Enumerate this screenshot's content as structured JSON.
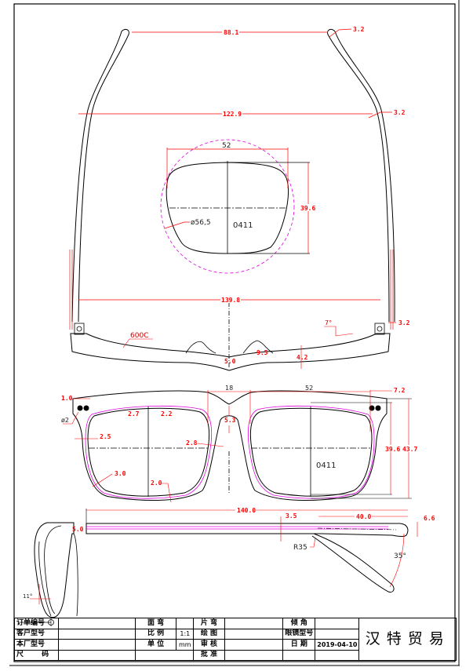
{
  "drawing": {
    "top_view": {
      "temple_tip_distance": "88.1",
      "temple_width_mid": "122.9",
      "frame_width": "139.8",
      "temple_thickness_1": "3.2",
      "temple_thickness_2": "3.2",
      "temple_thickness_3": "3.2",
      "curve_label": "600C",
      "bridge_center_thickness": "5.0",
      "pad_height": "9.5",
      "rim_thickness": "4.2",
      "pantoscopic_angle": "7°"
    },
    "lens_detail": {
      "width": "52",
      "height": "39.6",
      "diameter": "ø56,5",
      "model": "0411"
    },
    "front_view": {
      "hinge_gap": "1.0",
      "hinge_hole": "ø2",
      "rim_top_left": "2.7",
      "rim_top_right": "2.2",
      "rim_outer_left": "2.5",
      "rim_inner_nose": "2.8",
      "rim_bottom_left": "3.0",
      "rim_bottom": "2.0",
      "bridge_width": "18",
      "bridge_height": "5.3",
      "lens_width": "52",
      "endpiece": "7.2",
      "lens_height": "39.6",
      "frame_height": "43.7",
      "model": "0411"
    },
    "side_view": {
      "temple_length": "140.0",
      "front_depth": "5.0",
      "temple_thickness": "3.5",
      "tip_length": "40.0",
      "tip_height": "6.6",
      "bend_radius": "R35",
      "bend_angle": "35°",
      "tilt_angle": "11°"
    }
  },
  "title_block": {
    "rows": [
      [
        "订单编号",
        "",
        "面 弯",
        "",
        "片 弯",
        "",
        "倾 角",
        ""
      ],
      [
        "客户型号",
        "",
        "比 例",
        "1:1",
        "绘 图",
        "",
        "眼镜型号",
        ""
      ],
      [
        "本厂型号",
        "",
        "单 位",
        "mm",
        "审 核",
        "",
        "日 期",
        "2019-04-10"
      ],
      [
        "尺 码",
        "",
        "projection-symbol",
        "",
        "批 准",
        "",
        "",
        ""
      ]
    ],
    "company": "汉特贸易"
  },
  "colors": {
    "dimension": "#ff0000",
    "outline": "#000000",
    "construction": "#e000e0"
  }
}
